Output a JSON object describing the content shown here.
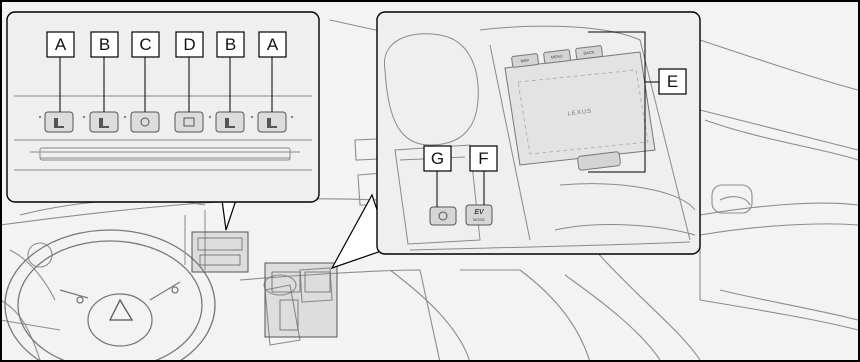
{
  "callouts": {
    "seat_left_a": "A",
    "seat_left_b": "B",
    "steering_c": "C",
    "defogger_d": "D",
    "seat_right_b": "B",
    "seat_right_a": "A",
    "touchpad_e": "E",
    "ev_f": "F",
    "g": "G"
  },
  "touchpad": {
    "logo": "LEXUS",
    "key_1": "MAP",
    "key_2": "MENU",
    "key_3": "BACK",
    "ev_label": "EV",
    "ev_sub": "MODE"
  },
  "colors": {
    "frame": "#000000",
    "inset_bg": "#efefef",
    "line": "#8a8a8a"
  }
}
